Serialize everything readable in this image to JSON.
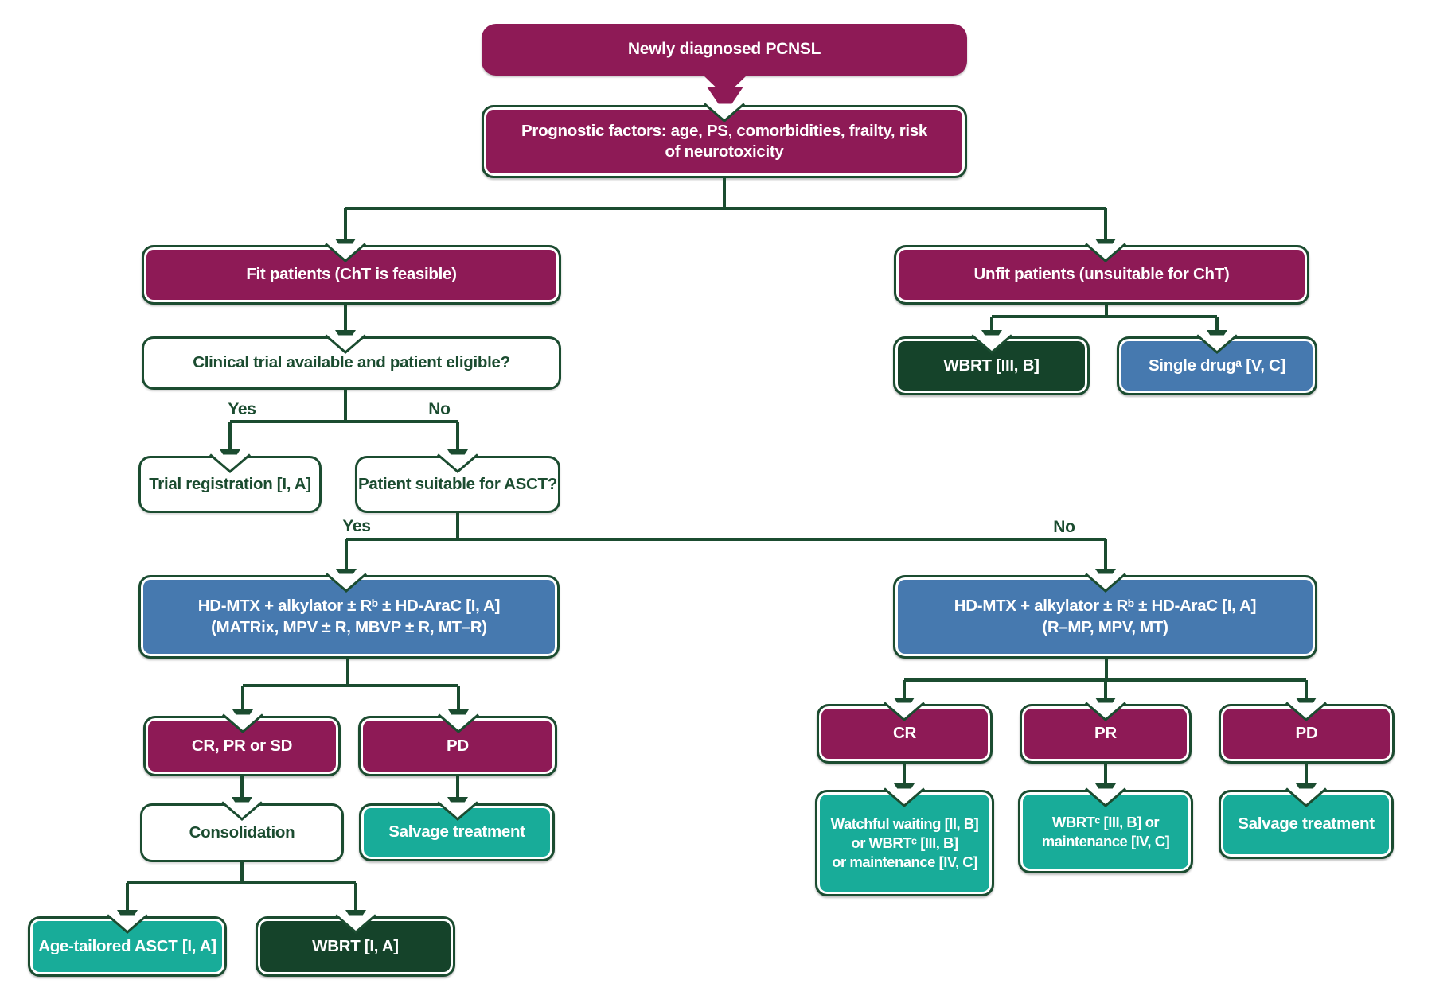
{
  "title": "PCNSL treatment algorithm",
  "palette": {
    "maroon": "#8E1A56",
    "teal": "#18AC99",
    "blue": "#4679AF",
    "dark_green_fill": "#15432A",
    "line_green": "#1B4C30",
    "background": "#FFFFFF"
  },
  "nodes": {
    "newly_diagnosed": {
      "label": "Newly diagnosed PCNSL"
    },
    "prognostic": {
      "line1": "Prognostic factors: age, PS, comorbidities, frailty, risk",
      "line2": "of neurotoxicity"
    },
    "fit": {
      "label": "Fit patients (ChT is feasible)"
    },
    "unfit": {
      "label": "Unfit patients (unsuitable for ChT)"
    },
    "clinical_trial": {
      "label": "Clinical trial available and patient eligible?"
    },
    "wbrt_unfit": {
      "label": "WBRT [III, B]"
    },
    "single_drug": {
      "label": "Single drugᵃ [V, C]"
    },
    "trial_registration": {
      "label": "Trial registration [I, A]"
    },
    "asct_question": {
      "label": "Patient suitable for ASCT?"
    },
    "induction_asct": {
      "line1": "HD-MTX + alkylator ± Rᵇ ± HD-AraC [I, A]",
      "line2": "(MATRix, MPV ± R, MBVP ± R, MT–R)"
    },
    "induction_no_asct": {
      "line1": "HD-MTX + alkylator ± Rᵇ ± HD-AraC [I, A]",
      "line2": "(R–MP, MPV, MT)"
    },
    "cr_pr_sd": {
      "label": "CR, PR or SD"
    },
    "pd_left": {
      "label": "PD"
    },
    "consolidation": {
      "label": "Consolidation"
    },
    "salvage_left": {
      "label": "Salvage treatment"
    },
    "age_tailored_asct": {
      "label": "Age-tailored ASCT [I, A]"
    },
    "wbrt_consolidation": {
      "label": "WBRT [I, A]"
    },
    "cr": {
      "label": "CR"
    },
    "pr": {
      "label": "PR"
    },
    "pd_right": {
      "label": "PD"
    },
    "watchful": {
      "line1": "Watchful waiting [II, B]",
      "line2": "or WBRTᶜ [III, B]",
      "line3": "or maintenance [IV, C]"
    },
    "wbrt_maintenance": {
      "line1": "WBRTᶜ [III, B] or",
      "line2": "maintenance [IV, C]"
    },
    "salvage_right": {
      "label": "Salvage treatment"
    }
  },
  "edge_labels": {
    "trial_yes": "Yes",
    "trial_no": "No",
    "asct_yes": "Yes",
    "asct_no": "No"
  }
}
